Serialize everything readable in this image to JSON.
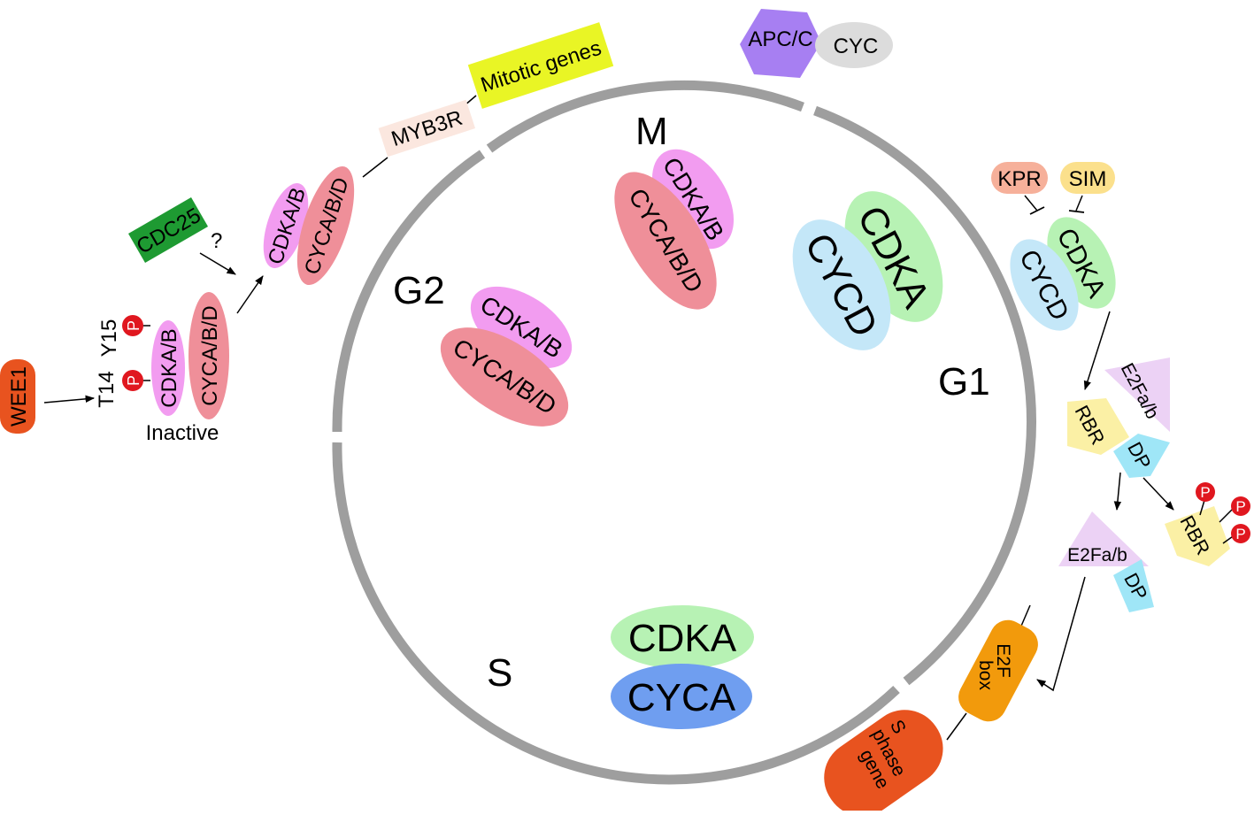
{
  "colors": {
    "cycle_ring": "#9e9e9e",
    "cdka_b": "#f29cf0",
    "cyca_b_d": "#ef8f99",
    "cdka": "#b7f2b4",
    "cycd": "#c4e7f8",
    "cyca": "#6f9ef0",
    "wee1": "#e8531f",
    "cdc25": "#1e9a32",
    "apc_c": "#a77ff2",
    "cyc": "#dcdcdc",
    "myb3r": "#fbe7df",
    "mitotic_genes": "#e9f525",
    "kpr": "#f6b09a",
    "sim": "#fbe08c",
    "e2fa_b": "#ecd2f5",
    "rbr": "#fbf0a5",
    "dp": "#9fe6f7",
    "phospho": "#e0171f",
    "e2f_box": "#f29a0c",
    "s_phase_gene": "#e8531f"
  },
  "phases": {
    "m": "M",
    "g1": "G1",
    "g2": "G2",
    "s": "S"
  },
  "labels": {
    "apc_c": "APC/C",
    "cyc": "CYC",
    "mitotic_genes": "Mitotic genes",
    "myb3r": "MYB3R",
    "cdc25": "CDC25",
    "question": "?",
    "wee1": "WEE1",
    "t14": "T14",
    "y15": "Y15",
    "phospho": "P",
    "inactive": "Inactive",
    "cdka_b": "CDKA/B",
    "cyca_b_d": "CYCA/B/D",
    "cdka": "CDKA",
    "cycd": "CYCD",
    "cyca": "CYCA",
    "kpr": "KPR",
    "sim": "SIM",
    "e2fa_b": "E2Fa/b",
    "rbr": "RBR",
    "dp": "DP",
    "e2f_box_line1": "E2F",
    "e2f_box_line2": "box",
    "s_gene_line1": "S",
    "s_gene_line2": "phase",
    "s_gene_line3": "gene"
  }
}
